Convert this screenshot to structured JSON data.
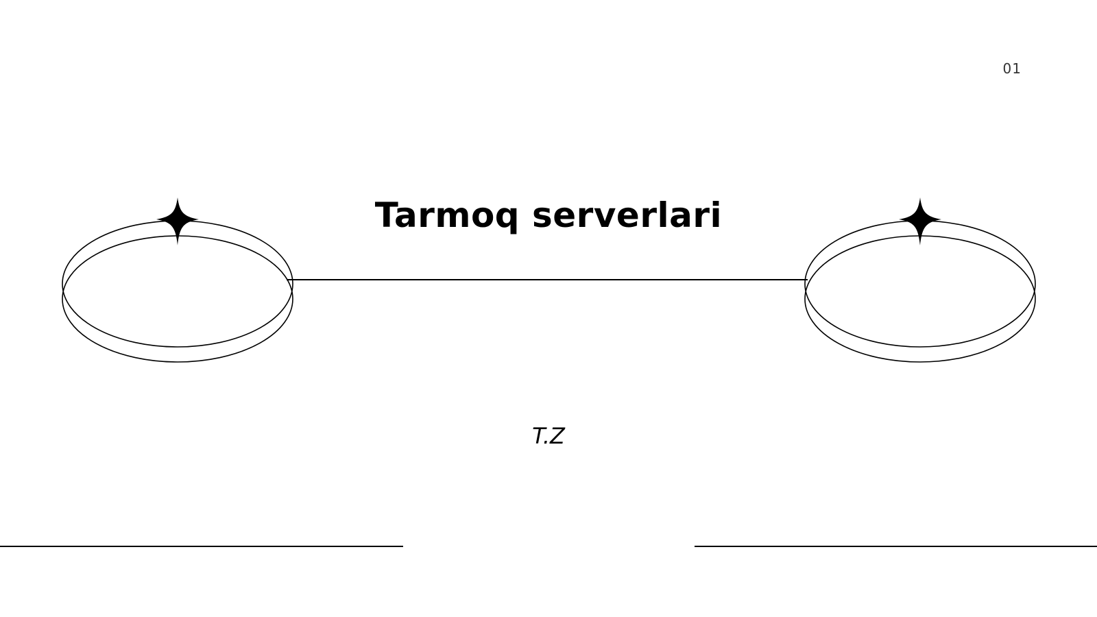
{
  "slide": {
    "page_number": "01",
    "title": "Tarmoq serverlari",
    "subtitle": "T.Z"
  },
  "icons": {
    "left_ring": "ring-icon",
    "right_ring": "ring-icon",
    "left_star": "sparkle-star-icon",
    "right_star": "sparkle-star-icon"
  },
  "colors": {
    "background": "#ffffff",
    "foreground": "#000000"
  }
}
